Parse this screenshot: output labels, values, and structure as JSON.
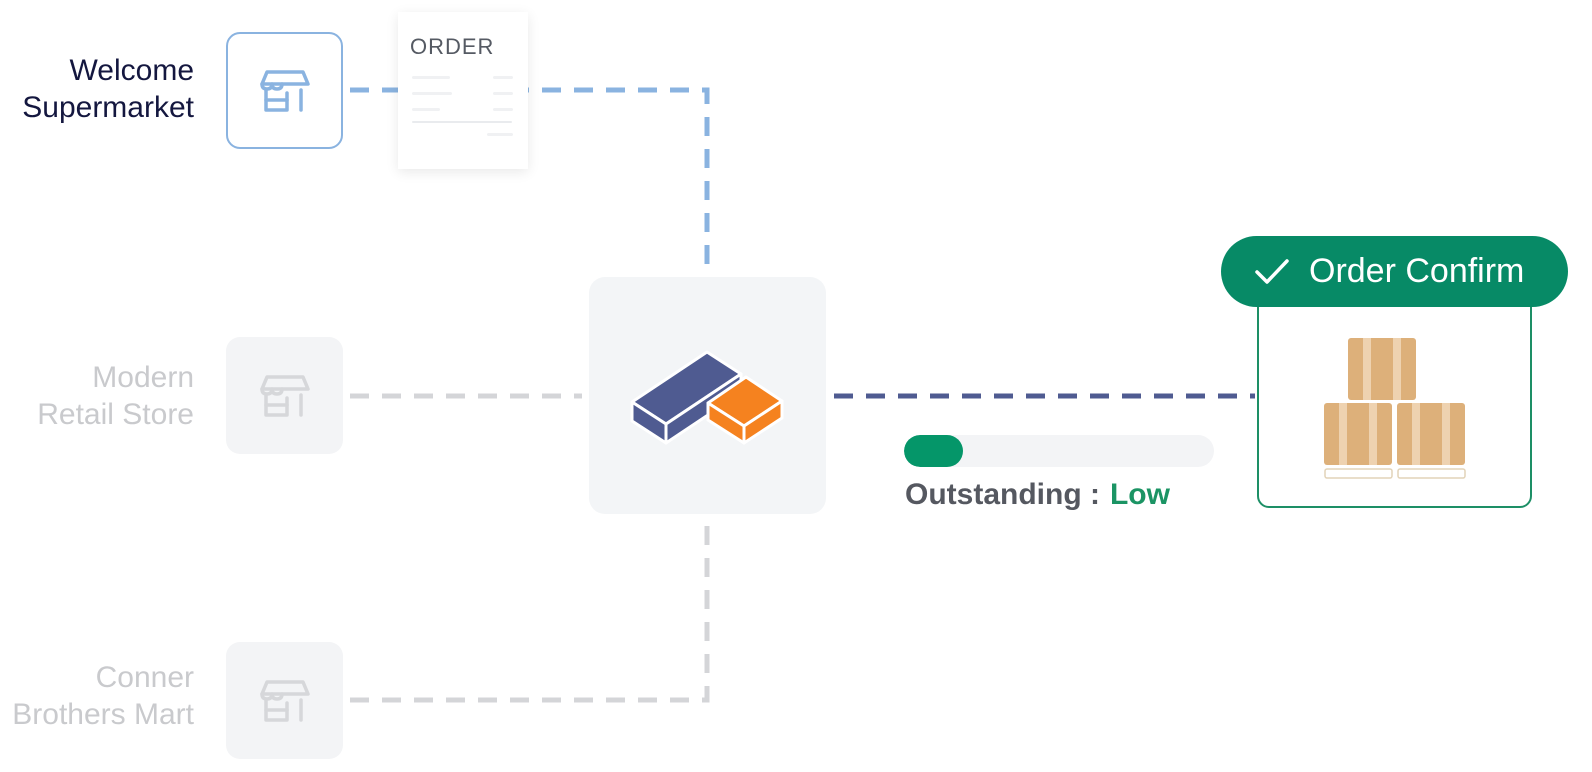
{
  "stores": [
    {
      "name_line1": "Welcome",
      "name_line2": "Supermarket",
      "state": "active"
    },
    {
      "name_line1": "Modern",
      "name_line2": "Retail Store",
      "state": "inactive"
    },
    {
      "name_line1": "Conner",
      "name_line2": "Brothers Mart",
      "state": "inactive"
    }
  ],
  "order_document": {
    "title": "ORDER"
  },
  "hub": {
    "icon": "warehouse-blocks-icon"
  },
  "status": {
    "label": "Outstanding :",
    "value": "Low",
    "level": 0.19
  },
  "confirmation": {
    "badge_label": "Order Confirm",
    "icon": "checkmark-icon",
    "illustration": "stacked-boxes-icon"
  },
  "colors": {
    "active_connector": "#8ab3e0",
    "inactive_connector": "#d4d5d8",
    "main_connector": "#4f5b91",
    "hub_blue": "#4f5b91",
    "hub_orange": "#f5821f",
    "confirm_green": "#078a66",
    "outstanding_value": "#1b9464",
    "store_title_active": "#14173f"
  }
}
